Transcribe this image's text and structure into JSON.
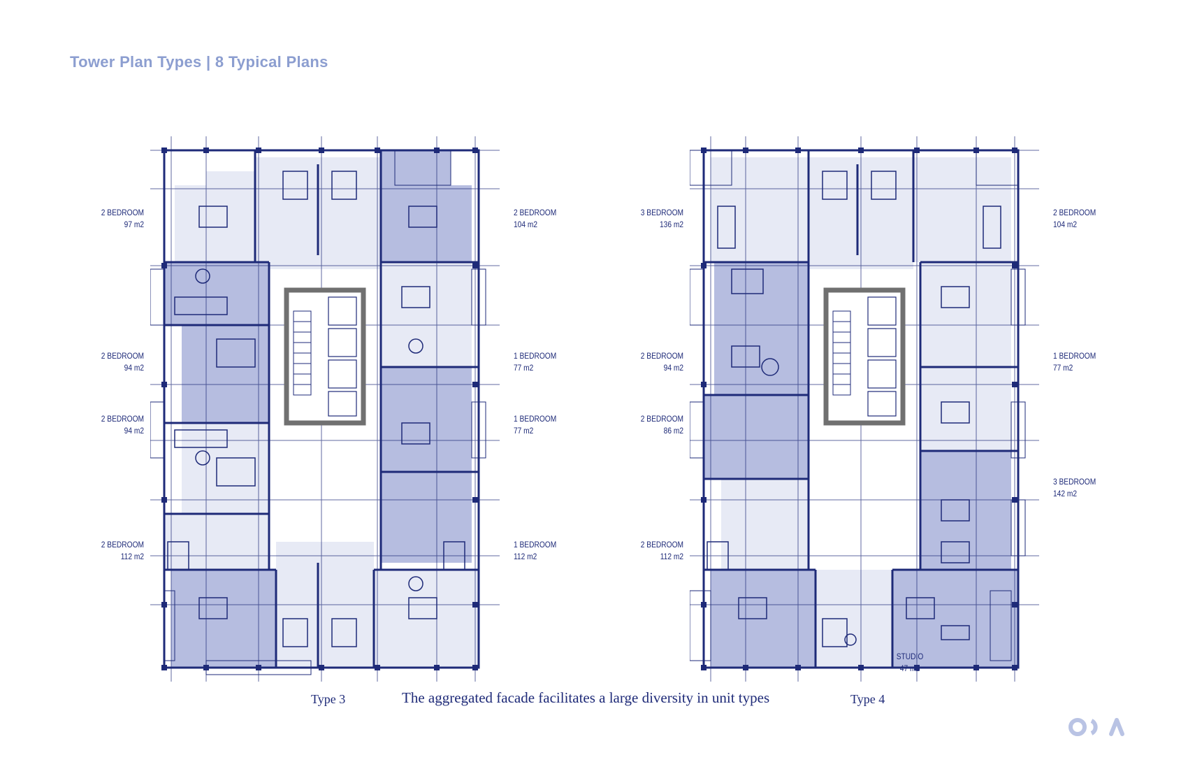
{
  "page": {
    "title": "Tower Plan Types | 8 Typical Plans",
    "caption": "The aggregated facade facilitates a large diversity in unit types"
  },
  "colors": {
    "title": "#8c9ed0",
    "line": "#1e2a78",
    "fill_light": "#e7eaf5",
    "fill_dark": "#b6bde0",
    "core": "#707070",
    "logo": "#b9c3e4"
  },
  "logo_icon": "oda-logo",
  "plans": [
    {
      "type_label": "Type 3",
      "units": [
        {
          "name": "2 BEDROOM",
          "area": "97 m2"
        },
        {
          "name": "2 BEDROOM",
          "area": "104 m2"
        },
        {
          "name": "2 BEDROOM",
          "area": "94 m2"
        },
        {
          "name": "1 BEDROOM",
          "area": "77 m2"
        },
        {
          "name": "2 BEDROOM",
          "area": "94 m2"
        },
        {
          "name": "1 BEDROOM",
          "area": "77 m2"
        },
        {
          "name": "2 BEDROOM",
          "area": "112 m2"
        },
        {
          "name": "1 BEDROOM",
          "area": "112 m2"
        }
      ]
    },
    {
      "type_label": "Type 4",
      "units": [
        {
          "name": "3 BEDROOM",
          "area": "136 m2"
        },
        {
          "name": "2 BEDROOM",
          "area": "104 m2"
        },
        {
          "name": "2 BEDROOM",
          "area": "94 m2"
        },
        {
          "name": "1 BEDROOM",
          "area": "77 m2"
        },
        {
          "name": "2 BEDROOM",
          "area": "86 m2"
        },
        {
          "name": "3 BEDROOM",
          "area": "142 m2"
        },
        {
          "name": "2 BEDROOM",
          "area": "112 m2"
        },
        {
          "name": "STUDIO",
          "area": "47 m2"
        }
      ]
    }
  ]
}
